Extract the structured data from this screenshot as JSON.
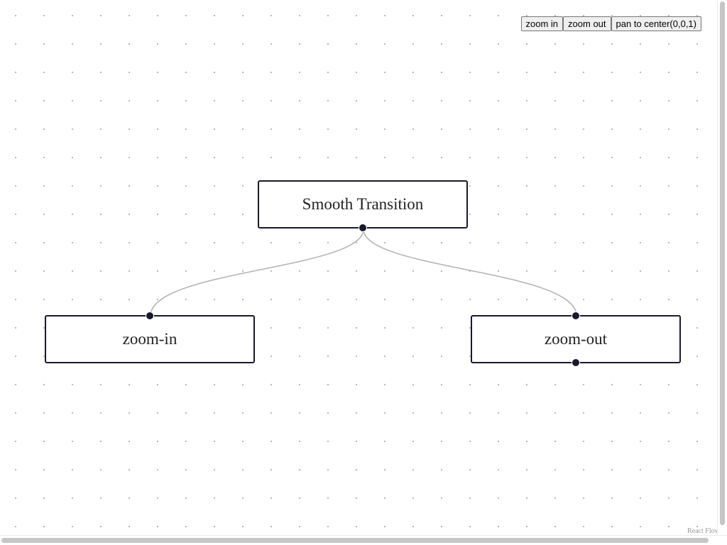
{
  "controls": {
    "zoom_in_label": "zoom in",
    "zoom_out_label": "zoom out",
    "pan_center_label": "pan to center(0,0,1)"
  },
  "nodes": [
    {
      "id": "1",
      "label": "Smooth Transition"
    },
    {
      "id": "2",
      "label": "zoom-in"
    },
    {
      "id": "3",
      "label": "zoom-out"
    }
  ],
  "edges": [
    {
      "source": "1",
      "target": "2"
    },
    {
      "source": "1",
      "target": "3"
    }
  ],
  "attribution": "React Flow",
  "colors": {
    "node_border": "#1a192b",
    "handle": "#1a192b",
    "edge": "#b1b1b7",
    "dots": "#b5b5b5"
  }
}
